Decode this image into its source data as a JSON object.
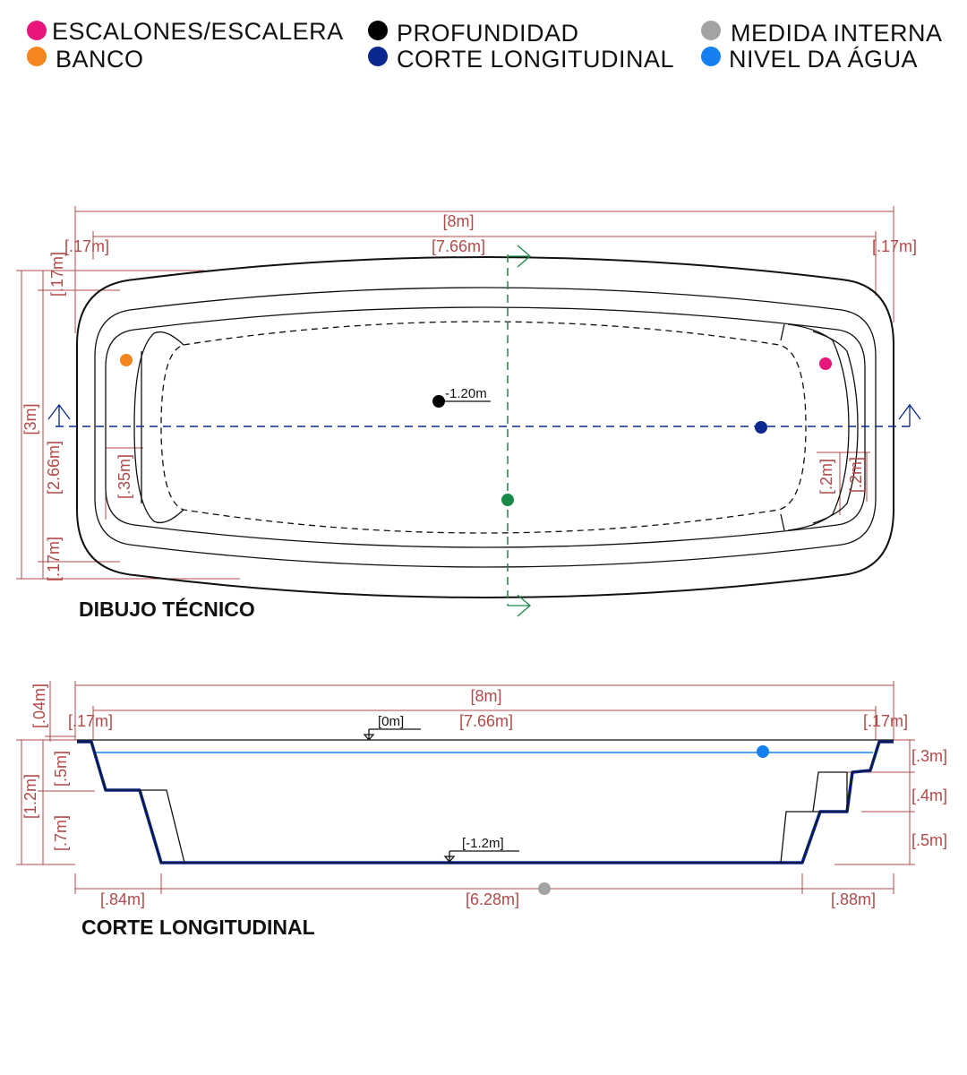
{
  "legend": [
    {
      "label": "ESCALONES/ESCALERA",
      "color": "#e8157a",
      "icon": "magenta-dot-icon"
    },
    {
      "label": "BANCO",
      "color": "#f5861f",
      "icon": "orange-dot-icon"
    },
    {
      "label": "PROFUNDIDAD",
      "color": "#000000",
      "icon": "black-dot-icon"
    },
    {
      "label": "CORTE LONGITUDINAL",
      "color": "#0a2890",
      "icon": "navy-dot-icon"
    },
    {
      "label": "MEDIDA INTERNA",
      "color": "#a3a3a3",
      "icon": "gray-dot-icon"
    },
    {
      "label": "NIVEL DA ÁGUA",
      "color": "#1780f0",
      "icon": "blue-dot-icon"
    }
  ],
  "plan": {
    "title": "DIBUJO TÉCNICO",
    "total_length": "[8m]",
    "internal_length": "[7.66m]",
    "rim_left": "[.17m]",
    "rim_right": "[.17m]",
    "rim_top": "[.17m]",
    "rim_bottom": "[.17m]",
    "total_width": "[3m]",
    "internal_width": "[2.66m]",
    "bench_width": "[.35m]",
    "step_1": "[.2m]",
    "step_2": "[.2m]",
    "depth": "-1.20m"
  },
  "section": {
    "title": "CORTE LONGITUDINAL",
    "total_length": "[8m]",
    "internal_length": "[7.66m]",
    "rim_left": "[.17m]",
    "rim_right": "[.17m]",
    "rim_height": "[.04m]",
    "total_depth": "[1.2m]",
    "bench_depth": "[.5m]",
    "lower_depth": "[.7m]",
    "step_1_height": "[.3m]",
    "step_2_height": "[.4m]",
    "step_3_height": "[.5m]",
    "bench_length": "[.84m]",
    "floor_length": "[6.28m]",
    "steps_length": "[.88m]",
    "level_top": "[0m]",
    "level_bottom": "[-1.2m]"
  },
  "colors": {
    "dimension": "#b24a4a",
    "outline": "#111111",
    "section_line": "#0a2890",
    "cut_line": "#1a8a4a",
    "water": "#1780f0"
  }
}
